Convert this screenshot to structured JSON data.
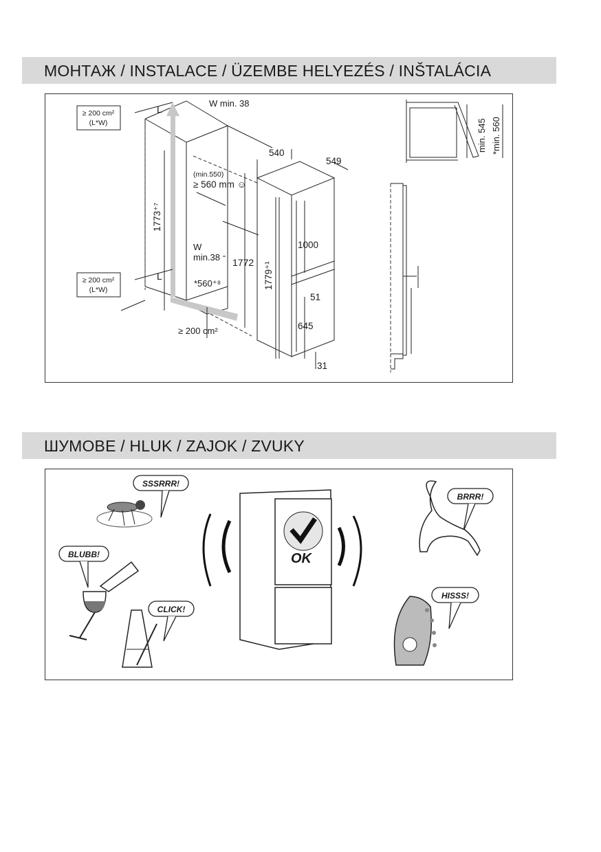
{
  "sections": {
    "installation": {
      "title": "МОНТАЖ / INSTALACE / ÜZEMBE HELYEZÉS / INŠTALÁCIA"
    },
    "noise": {
      "title": "ШУМОВЕ / HLUK / ZAJOK / ZVUKY"
    }
  },
  "installation": {
    "vent_top": {
      "area": "≥ 200 cm²",
      "formula": "(L*W)"
    },
    "vent_bottom": {
      "area": "≥ 200 cm²",
      "formula": "(L*W)"
    },
    "vent_floor": "≥ 200 cm²",
    "L_top": "L",
    "L_bottom": "L",
    "W_top": "W min. 38",
    "W_mid_1": "W",
    "W_mid_2": "min.38",
    "depth_min_note": "(min.550)",
    "depth_min": "≥ 560 mm ☺",
    "niche_height": "1773⁺⁷",
    "niche_width": "*560⁺⁸",
    "height_1772": "1772",
    "height_1779": "1779⁺¹",
    "width_540": "540",
    "depth_549": "549",
    "door_1000": "1000",
    "gap_51": "51",
    "door_645": "645",
    "foot_31": "31",
    "side_min_545": "min. 545",
    "side_min_560": "*min. 560"
  },
  "noise": {
    "fly": "SSSRRR!",
    "wine": "BLUBB!",
    "metronome": "CLICK!",
    "cat": "BRRR!",
    "iron": "HISSS!",
    "ok": "OK"
  }
}
